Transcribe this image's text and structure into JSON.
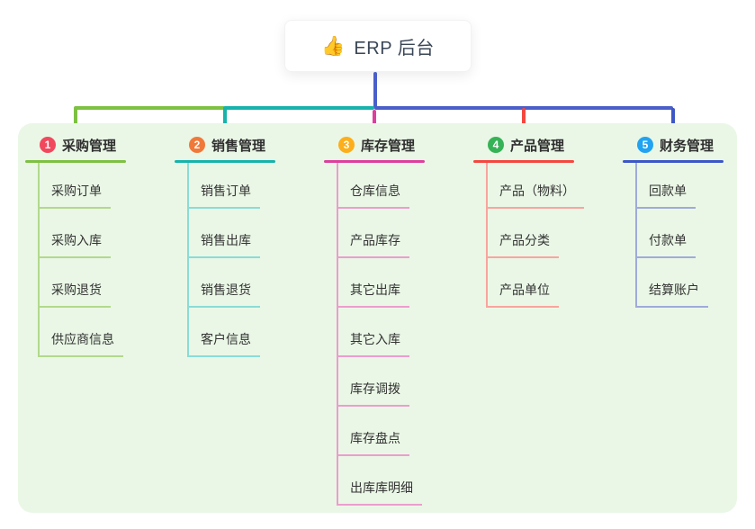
{
  "root": {
    "icon": "thumbs-up-icon",
    "icon_glyph": "👍",
    "title": "ERP 后台"
  },
  "colors": {
    "connector_blue": "#4a5fc9",
    "panel_background": "#eaf7e6",
    "node_text": "#333333"
  },
  "columns": [
    {
      "badge": "1",
      "title": "采购管理",
      "badge_color": "#f1485e",
      "branch_color": "#7dc142",
      "branch_light": "#b2d98c",
      "items": [
        "采购订单",
        "采购入库",
        "采购退货",
        "供应商信息"
      ]
    },
    {
      "badge": "2",
      "title": "销售管理",
      "badge_color": "#f0793a",
      "branch_color": "#16b3ab",
      "branch_light": "#8adcd6",
      "items": [
        "销售订单",
        "销售出库",
        "销售退货",
        "客户信息"
      ]
    },
    {
      "badge": "3",
      "title": "库存管理",
      "badge_color": "#fcaf1b",
      "branch_color": "#dd3f9d",
      "branch_light": "#ec9dce",
      "items": [
        "仓库信息",
        "产品库存",
        "其它出库",
        "其它入库",
        "库存调拨",
        "库存盘点",
        "出库库明细"
      ]
    },
    {
      "badge": "4",
      "title": "产品管理",
      "badge_color": "#35b356",
      "branch_color": "#f4473f",
      "branch_light": "#faa49e",
      "items": [
        "产品（物料）",
        "产品分类",
        "产品单位"
      ]
    },
    {
      "badge": "5",
      "title": "财务管理",
      "badge_color": "#21a3f1",
      "branch_color": "#3d57c6",
      "branch_light": "#9fabdb",
      "items": [
        "回款单",
        "付款单",
        "结算账户"
      ]
    }
  ]
}
